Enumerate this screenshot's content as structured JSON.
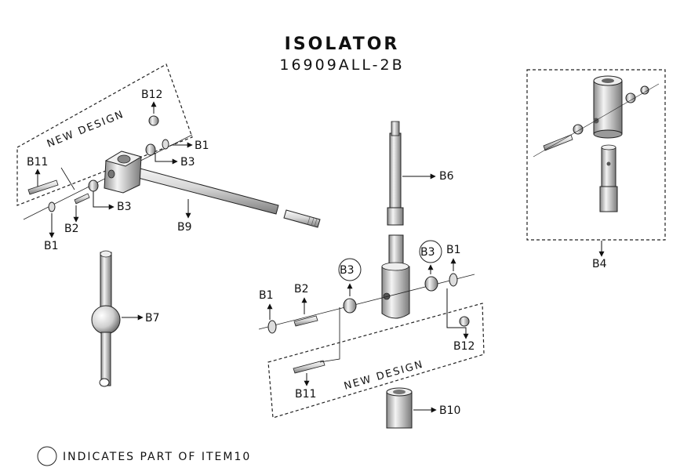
{
  "header": {
    "title": "ISOLATOR",
    "part_number": "16909ALL-2B"
  },
  "labels": {
    "b1": "B1",
    "b2": "B2",
    "b3": "B3",
    "b4": "B4",
    "b6": "B6",
    "b7": "B7",
    "b9": "B9",
    "b10": "B10",
    "b11": "B11",
    "b12": "B12"
  },
  "new_design": "NEW DESIGN",
  "legend": {
    "text": "INDICATES PART OF ITEM10"
  },
  "colors": {
    "metal_light": "#e8e8e8",
    "metal_dark": "#8a8a8a",
    "stroke": "#222222"
  }
}
